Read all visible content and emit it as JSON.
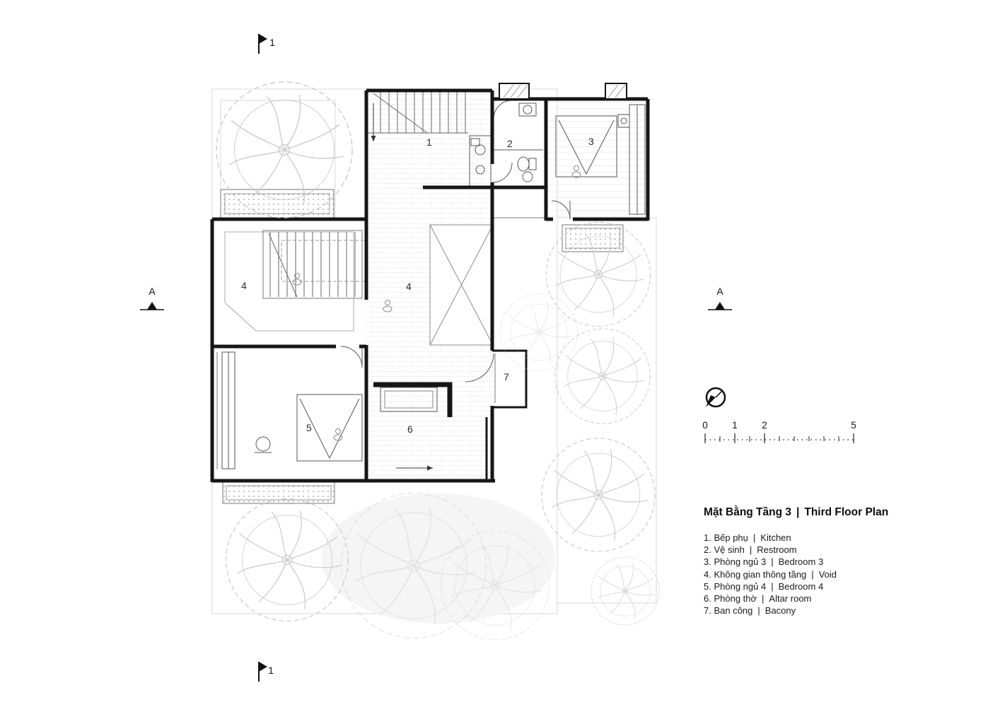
{
  "title": {
    "vi": "Mặt Bằng Tầng 3",
    "sep": "|",
    "en": "Third Floor Plan"
  },
  "legend": {
    "items": [
      {
        "left": "1. Bếp phụ",
        "sep": "|",
        "right": "Kitchen"
      },
      {
        "left": "2. Vệ sinh",
        "sep": "|",
        "right": "Restroom"
      },
      {
        "left": "3. Phòng ngủ 3",
        "sep": "|",
        "right": "Bedroom 3"
      },
      {
        "left": "4. Không gian thông tầng",
        "sep": "|",
        "right": "Void"
      },
      {
        "left": "5. Phòng ngủ 4",
        "sep": "|",
        "right": "Bedroom 4"
      },
      {
        "left": "6. Phòng thờ",
        "sep": "|",
        "right": "Altar room"
      },
      {
        "left": "7. Ban công",
        "sep": "|",
        "right": "Bacony"
      }
    ]
  },
  "plan": {
    "rooms": {
      "r1": "1",
      "r2": "2",
      "r3": "3",
      "r4_left": "4",
      "r4_center": "4",
      "r5": "5",
      "r6": "6",
      "r7": "7"
    }
  },
  "markers": {
    "section_top": "1",
    "section_bottom": "1",
    "section_left": "A",
    "section_right": "A"
  },
  "scale_bar": {
    "labels": [
      "0",
      "1",
      "2",
      "5"
    ]
  },
  "icons": {
    "north_indicator": "compass-circle-with-needle",
    "section_flag": "filled-flag",
    "section_cut": "filled-triangle"
  },
  "colors": {
    "wall": "#161616",
    "thin_line": "#555555",
    "tree": "#c6c6c6",
    "site": "#d9d9d9"
  }
}
